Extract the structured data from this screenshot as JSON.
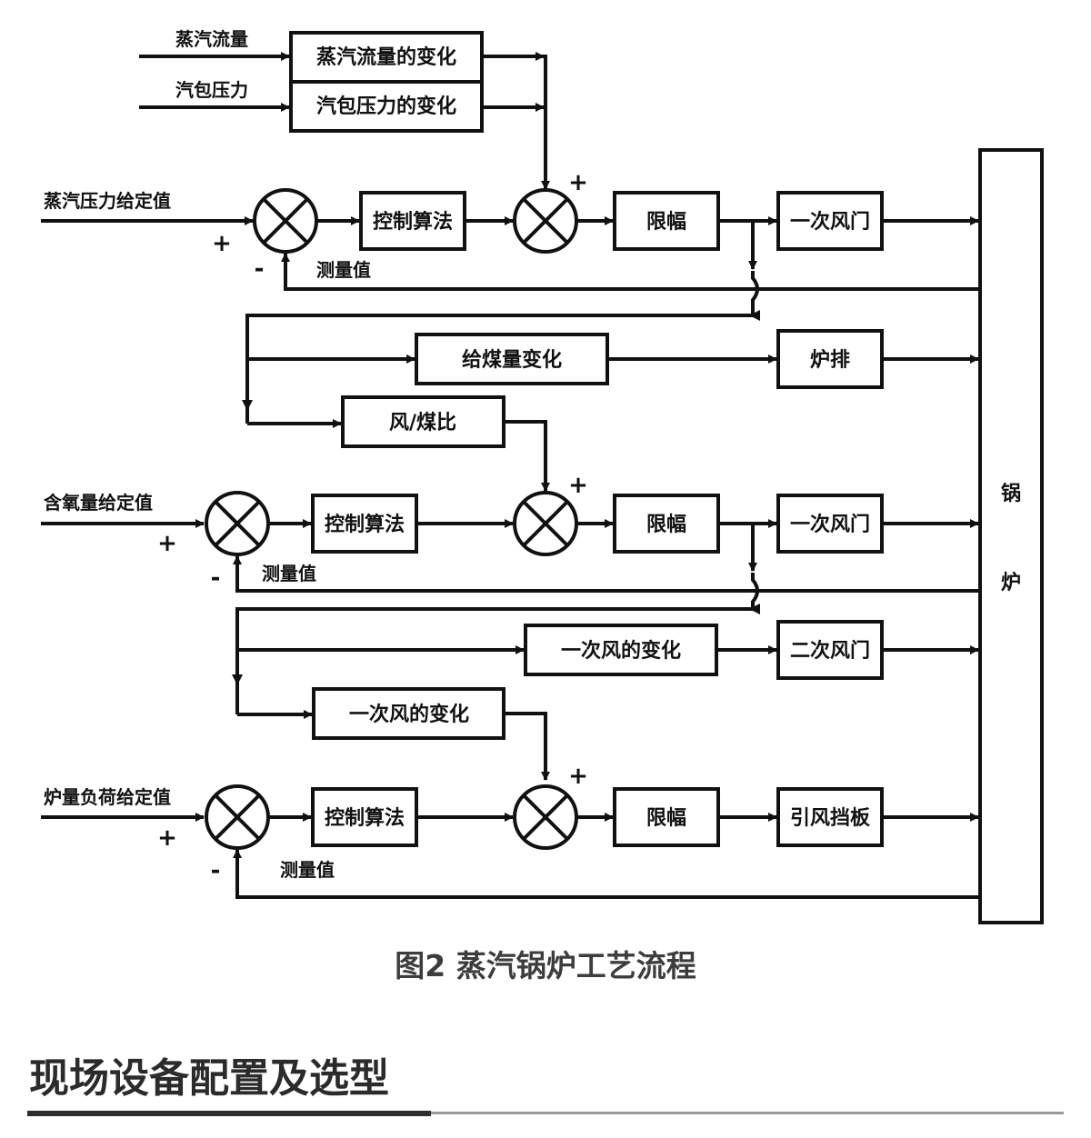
{
  "diagram": {
    "inputs": {
      "steam_flow": "蒸汽流量",
      "drum_pressure": "汽包压力",
      "steam_pressure_setpoint": "蒸汽压力给定值",
      "oxygen_setpoint": "含氧量给定值",
      "furnace_load_setpoint": "炉量负荷给定值"
    },
    "blocks": {
      "steam_flow_change": "蒸汽流量的变化",
      "drum_pressure_change": "汽包压力的变化",
      "control_algorithm": "控制算法",
      "limiter": "限幅",
      "primary_air_damper": "一次风门",
      "coal_feed_change": "给煤量变化",
      "grate": "炉排",
      "air_coal_ratio": "风/煤比",
      "primary_air_change": "一次风的变化",
      "secondary_air_damper": "二次风门",
      "induced_draft_damper": "引风挡板",
      "boiler_char1": "锅",
      "boiler_char2": "炉"
    },
    "labels": {
      "measured": "测量值",
      "plus": "+",
      "minus": "-"
    }
  },
  "caption": "图2 蒸汽锅炉工艺流程",
  "section_title": "现场设备配置及选型"
}
